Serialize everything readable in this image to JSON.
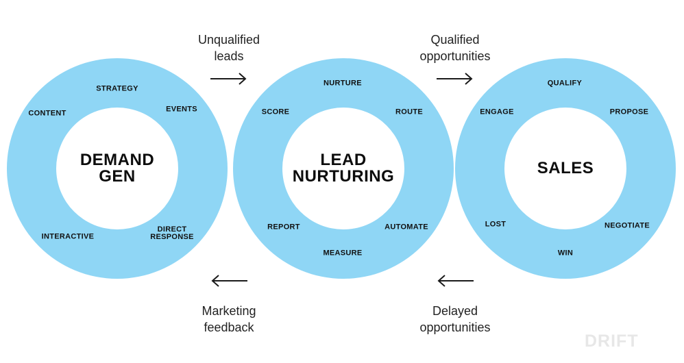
{
  "colors": {
    "ring": "#8fd6f5",
    "text": "#111111",
    "logo": "#e7e7e7"
  },
  "circles": [
    {
      "title_lines": [
        "DEMAND",
        "GEN"
      ],
      "stages": [
        "STRATEGY",
        "EVENTS",
        "CONTENT",
        "INTERACTIVE",
        "DIRECT",
        "RESPONSE"
      ]
    },
    {
      "title_lines": [
        "LEAD",
        "NURTURING"
      ],
      "stages": [
        "NURTURE",
        "SCORE",
        "ROUTE",
        "REPORT",
        "AUTOMATE",
        "MEASURE"
      ]
    },
    {
      "title_lines": [
        "SALES"
      ],
      "stages": [
        "QUALIFY",
        "ENGAGE",
        "PROPOSE",
        "LOST",
        "NEGOTIATE",
        "WIN"
      ]
    }
  ],
  "flows": {
    "unqualified": [
      "Unqualified",
      "leads"
    ],
    "qualified": [
      "Qualified",
      "opportunities"
    ],
    "marketing": [
      "Marketing",
      "feedback"
    ],
    "delayed": [
      "Delayed",
      "opportunities"
    ]
  },
  "icons": {
    "arrow_right": "arrow-right-icon",
    "arrow_left": "arrow-left-icon"
  },
  "logo": "DRIFT"
}
